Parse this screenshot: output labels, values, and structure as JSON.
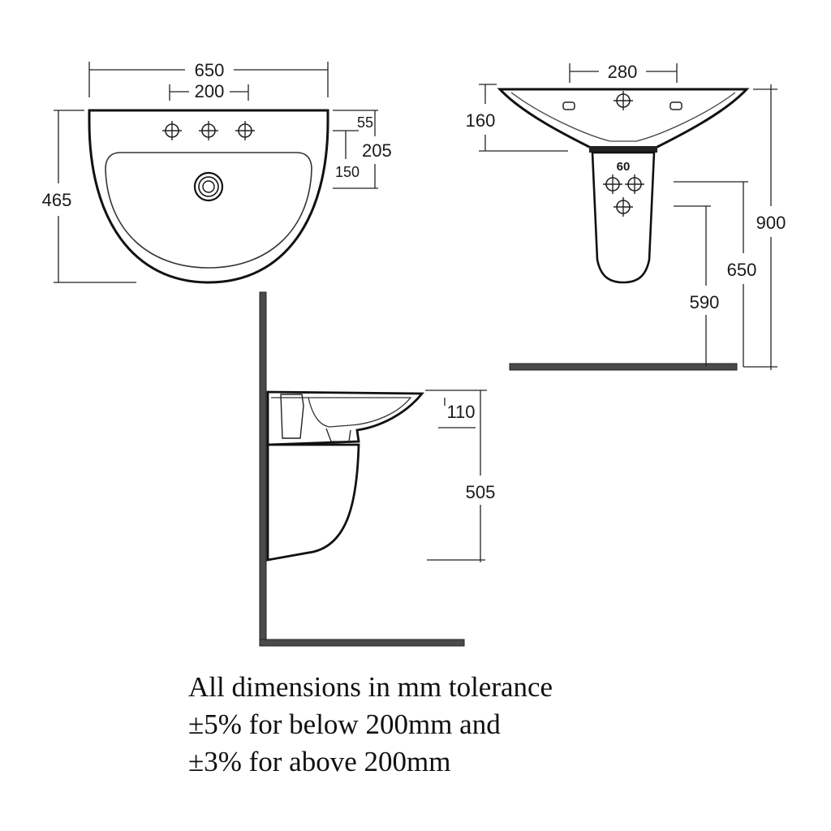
{
  "dimensions": {
    "plan_width": "650",
    "plan_tap_spacing": "200",
    "plan_depth": "465",
    "plan_rim_offset": "55",
    "plan_tap_depth": "205",
    "plan_waste_offset": "150",
    "front_tap_width": "280",
    "front_bowl_height": "160",
    "front_waste_spacing": "60",
    "front_total_height": "900",
    "front_pedestal_height": "650",
    "front_floor_to_waste": "590",
    "side_rim_height": "110",
    "side_pedestal_height": "505"
  },
  "note": {
    "line1": "All dimensions in mm tolerance",
    "line2": "±5% for below 200mm and",
    "line3": "±3% for above 200mm"
  }
}
